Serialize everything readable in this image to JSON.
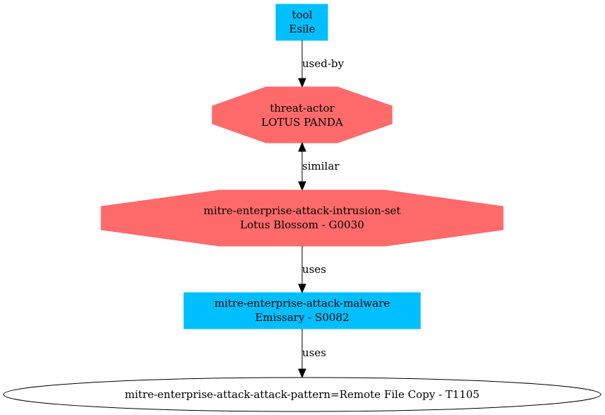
{
  "colors": {
    "tool_fill": "#00bfff",
    "actor_fill": "#ff6a6a",
    "pattern_fill": "#ffffff",
    "stroke": "#000000"
  },
  "nodes": {
    "tool": {
      "type_label": "tool",
      "name": "Esile"
    },
    "threat_actor": {
      "type_label": "threat-actor",
      "name": "LOTUS PANDA"
    },
    "intrusion_set": {
      "type_label": "mitre-enterprise-attack-intrusion-set",
      "name": "Lotus Blossom - G0030"
    },
    "malware": {
      "type_label": "mitre-enterprise-attack-malware",
      "name": "Emissary - S0082"
    },
    "attack_pattern": {
      "label": "mitre-enterprise-attack-attack-pattern=Remote File Copy - T1105"
    }
  },
  "edges": {
    "tool_to_actor": "used-by",
    "actor_to_intrusion": "similar",
    "intrusion_to_malware": "uses",
    "malware_to_pattern": "uses"
  }
}
